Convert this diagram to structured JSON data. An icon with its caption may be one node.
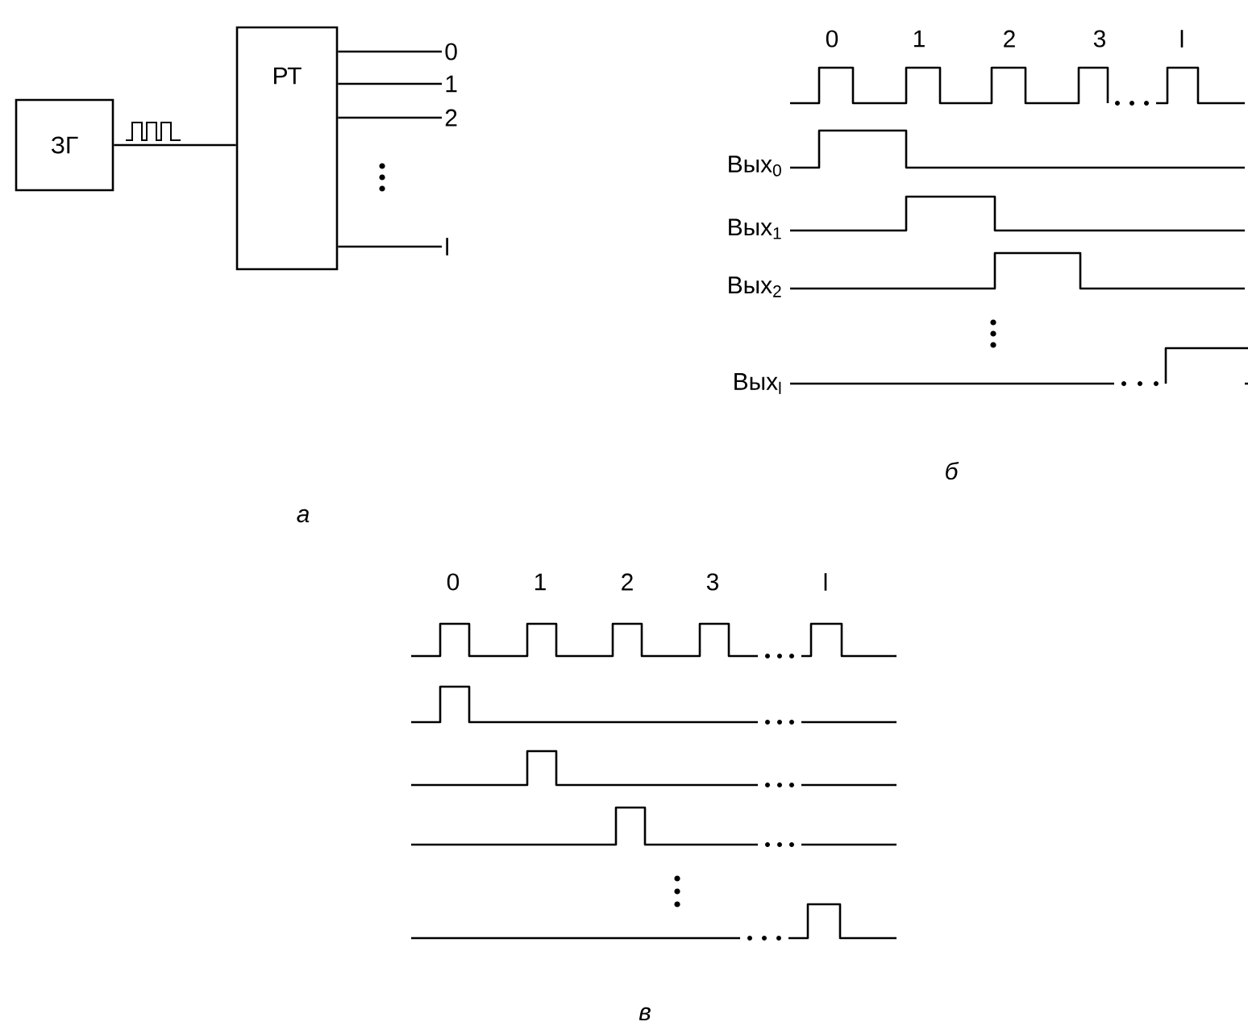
{
  "diagram": {
    "nodes": [
      {
        "text": [
          "ЗГ"
        ]
      },
      {
        "text": [
          "РТ"
        ]
      },
      {
        "text": [
          "0"
        ]
      },
      {
        "text": [
          "1"
        ]
      },
      {
        "text": [
          "2"
        ]
      },
      {
        "text": [
          "l"
        ]
      }
    ],
    "edges": [
      {
        "from": 0,
        "to": 1,
        "arrow": "none"
      },
      {
        "from": 1,
        "to": 2,
        "arrow": "none"
      },
      {
        "from": 1,
        "to": 3,
        "arrow": "none"
      },
      {
        "from": 1,
        "to": 4,
        "arrow": "none"
      },
      {
        "from": 1,
        "to": 5,
        "arrow": "none"
      }
    ],
    "labels": [
      "0",
      "1",
      "2",
      "3",
      "l",
      "Вых$_{0}$",
      "Вых$_{1}$",
      "Вых$_{2}$",
      "Вых$_{l}$",
      "а",
      "б",
      "0",
      "1",
      "2",
      "3",
      "l",
      "в"
    ]
  }
}
